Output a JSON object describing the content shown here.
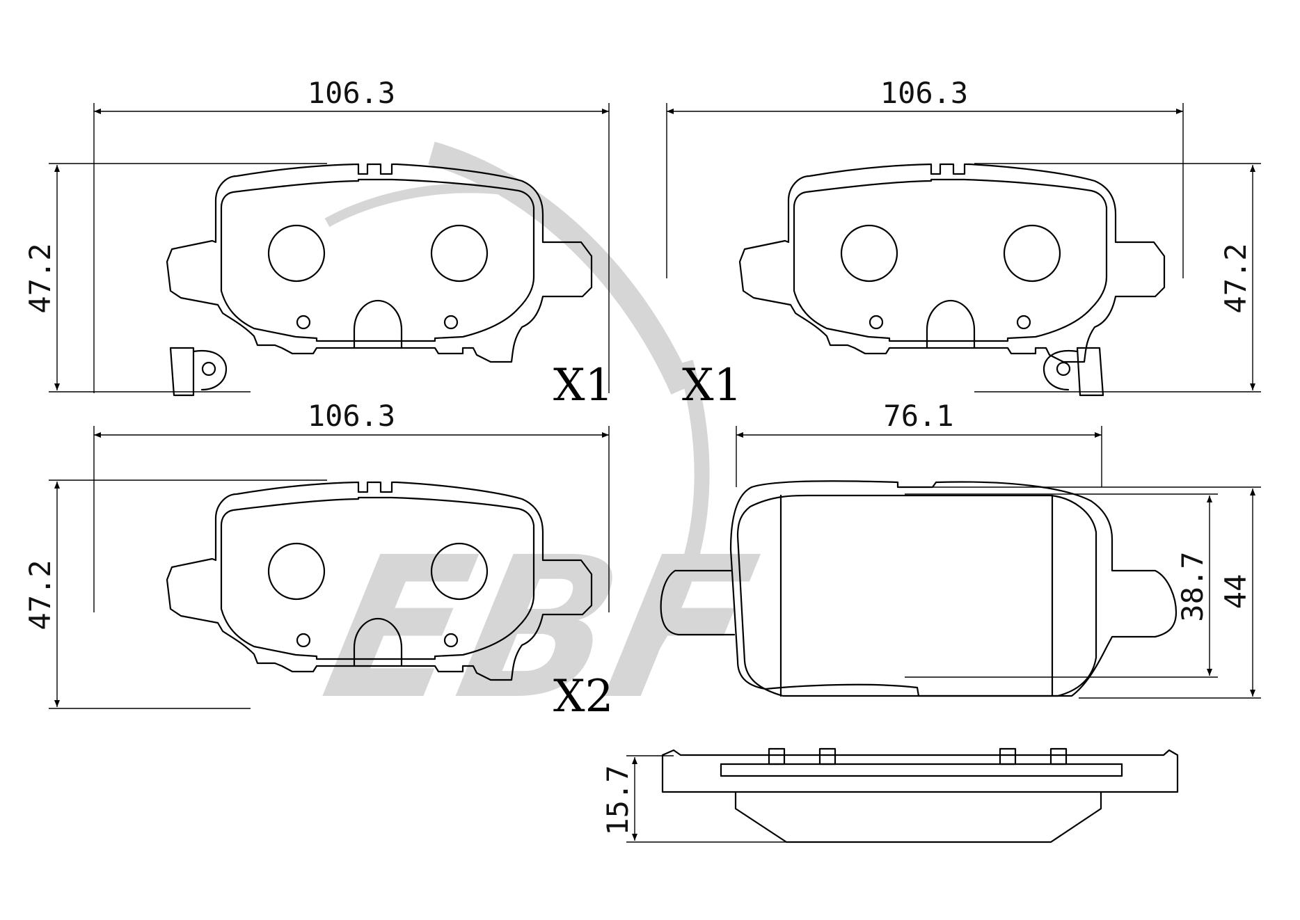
{
  "views": {
    "top_left": {
      "width": "106.3",
      "height": "47.2",
      "quantity": "X1"
    },
    "top_right": {
      "width": "106.3",
      "height": "47.2",
      "quantity": "X1"
    },
    "bottom_left": {
      "width": "106.3",
      "height": "47.2",
      "quantity": "X2"
    },
    "back_view": {
      "width": "76.1",
      "height_inner": "38.7",
      "height_outer": "44"
    },
    "side_view": {
      "thickness": "15.7"
    }
  },
  "watermark": {
    "letters": "EBF",
    "color": "#d6d6d6"
  }
}
